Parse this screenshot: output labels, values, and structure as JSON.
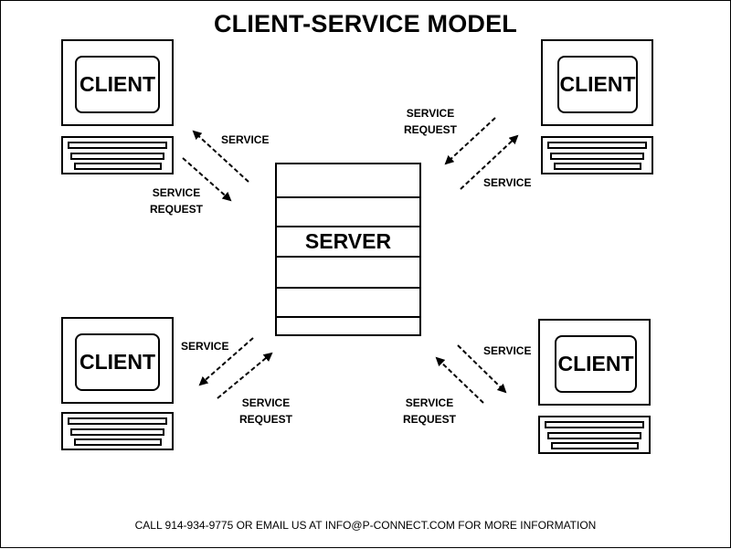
{
  "diagram": {
    "title": "CLIENT-SERVICE MODEL",
    "server_label": "SERVER",
    "clients": [
      {
        "label": "CLIENT",
        "position": "top-left"
      },
      {
        "label": "CLIENT",
        "position": "top-right"
      },
      {
        "label": "CLIENT",
        "position": "bottom-left"
      },
      {
        "label": "CLIENT",
        "position": "bottom-right"
      }
    ],
    "labels": {
      "service": "SERVICE",
      "service_request_line1": "SERVICE",
      "service_request_line2": "REQUEST"
    },
    "footer": "CALL 914-934-9775 OR EMAIL US AT INFO@P-CONNECT.COM FOR MORE INFORMATION"
  }
}
